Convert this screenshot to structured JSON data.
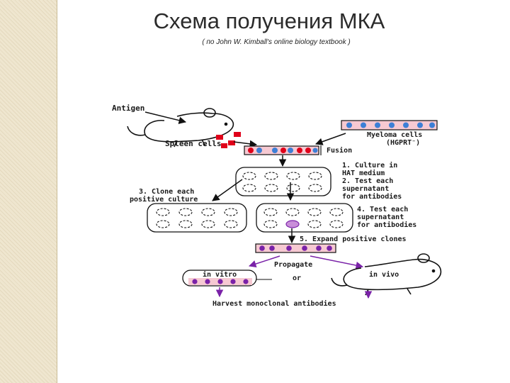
{
  "slide": {
    "title": "Схема получения МКА",
    "subtitle": "( по John W. Kimball's online biology textbook )"
  },
  "diagram": {
    "antigen": "Antigen",
    "spleen_cells": "Spleen cells",
    "myeloma_cells": "Myeloma cells",
    "hgprt": "(HGPRT⁻)",
    "fusion": "Fusion",
    "step1a": "1. Culture in",
    "step1b": "HAT medium",
    "step2a": "2. Test each",
    "step2b": "supernatant",
    "step2c": "for antibodies",
    "step3a": "3. Clone each",
    "step3b": "positive culture",
    "step4a": "4. Test each",
    "step4b": "supernatant",
    "step4c": "for antibodies",
    "step5": "5. Expand positive clones",
    "propagate": "Propagate",
    "or": "or",
    "in_vitro": "in vitro",
    "in_vivo": "in vivo",
    "harvest": "Harvest monoclonal antibodies"
  },
  "colors": {
    "red_cell": "#e0001a",
    "blue_cell": "#3d7fd6",
    "purple_cell": "#7a22a8",
    "tray_fill": "#f6c9d2"
  }
}
